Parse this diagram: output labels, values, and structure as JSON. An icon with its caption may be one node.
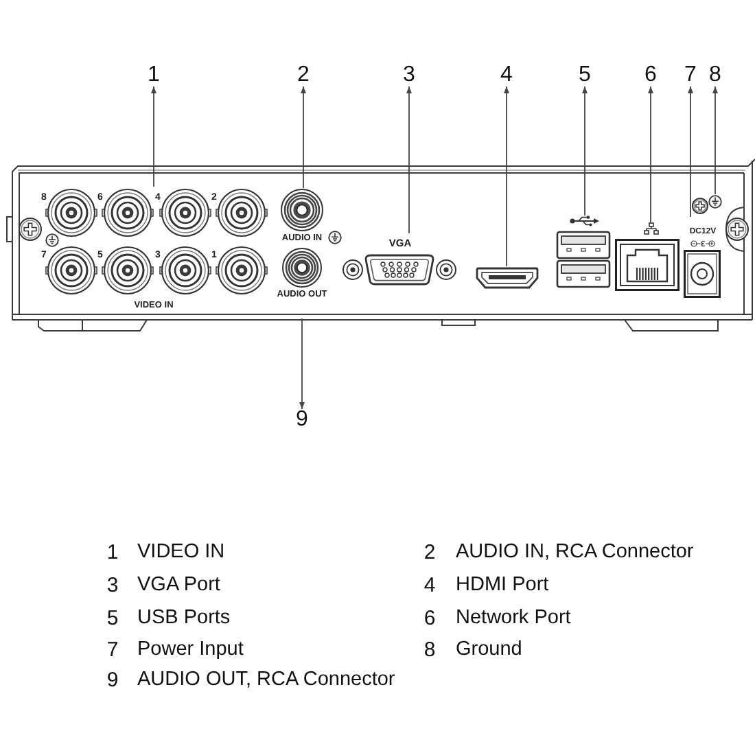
{
  "diagram": {
    "nodes": [
      {
        "text": [
          "1"
        ]
      },
      {
        "text": [
          "2"
        ]
      },
      {
        "text": [
          "3"
        ]
      },
      {
        "text": [
          "4"
        ]
      },
      {
        "text": [
          "5"
        ]
      },
      {
        "text": [
          "6"
        ]
      },
      {
        "text": [
          "7"
        ]
      },
      {
        "text": [
          "8"
        ]
      },
      {
        "text": [
          "8",
          "6",
          "4",
          "2",
          "7",
          "5",
          "3",
          "1",
          "VIDEO IN"
        ]
      },
      {
        "text": [
          "AUDIO IN"
        ]
      },
      {
        "text": [
          "VGA"
        ]
      },
      {
        "text": [],
        "shape": "picture"
      },
      {
        "text": [],
        "shape": "picture"
      },
      {
        "text": [],
        "shape": "picture"
      },
      {
        "text": [
          "DC12V"
        ]
      },
      {
        "text": [],
        "shape": "picture"
      },
      {
        "text": [
          "AUDIO OUT"
        ]
      },
      {
        "text": [
          "9"
        ]
      }
    ],
    "edges": [
      {
        "from": 8,
        "to": 0,
        "arrow": "to"
      },
      {
        "from": 9,
        "to": 1,
        "arrow": "to"
      },
      {
        "from": 10,
        "to": 2,
        "arrow": "to"
      },
      {
        "from": 11,
        "to": 3,
        "arrow": "to"
      },
      {
        "from": 12,
        "to": 4,
        "arrow": "to"
      },
      {
        "from": 13,
        "to": 5,
        "arrow": "to"
      },
      {
        "from": 14,
        "to": 6,
        "arrow": "to"
      },
      {
        "from": 15,
        "to": 7,
        "arrow": "to"
      },
      {
        "from": 16,
        "to": 17,
        "arrow": "to"
      }
    ],
    "labels": [
      "1",
      "VIDEO IN",
      "2",
      "AUDIO IN, RCA Connector",
      "3",
      "VGA Port",
      "4",
      "HDMI Port",
      "5",
      "USB Ports",
      "6",
      "Network Port",
      "7",
      "Power Input",
      "8",
      "Ground",
      "9",
      "AUDIO OUT, RCA Connector"
    ]
  }
}
